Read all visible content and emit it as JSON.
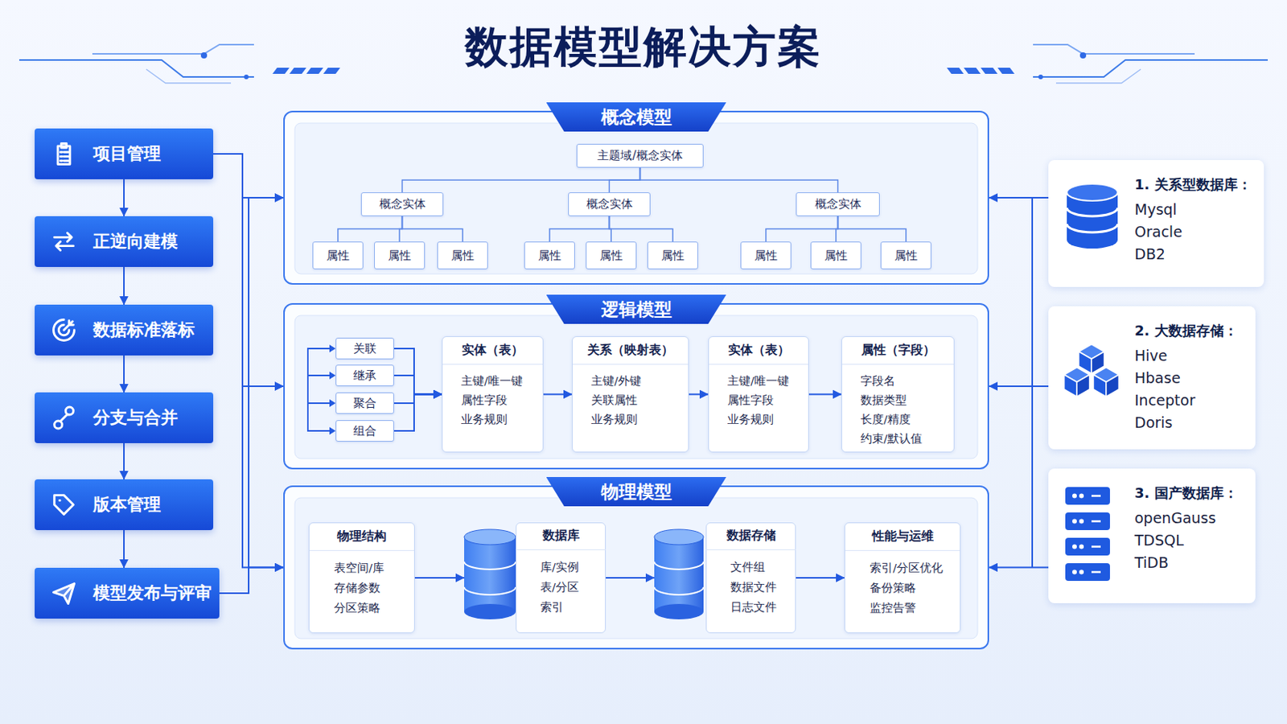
{
  "diagram": {
    "title": "数据模型解决方案",
    "nodes": [
      {
        "text": [
          "项目管理"
        ]
      },
      {
        "text": [
          "正逆向建模"
        ]
      },
      {
        "text": [
          "数据标准落标"
        ]
      },
      {
        "text": [
          "分支与合并"
        ]
      },
      {
        "text": [
          "版本管理"
        ]
      },
      {
        "text": [
          "模型发布与评审"
        ]
      },
      {
        "text": [
          "概念模型"
        ]
      },
      {
        "text": [
          "主题域/概念实体"
        ],
        "in": 6
      },
      {
        "text": [
          "概念实体"
        ],
        "in": 6
      },
      {
        "text": [
          "概念实体"
        ],
        "in": 6
      },
      {
        "text": [
          "概念实体"
        ],
        "in": 6
      },
      {
        "text": [
          "属性"
        ],
        "in": 6
      },
      {
        "text": [
          "属性"
        ],
        "in": 6
      },
      {
        "text": [
          "属性"
        ],
        "in": 6
      },
      {
        "text": [
          "属性"
        ],
        "in": 6
      },
      {
        "text": [
          "属性"
        ],
        "in": 6
      },
      {
        "text": [
          "属性"
        ],
        "in": 6
      },
      {
        "text": [
          "属性"
        ],
        "in": 6
      },
      {
        "text": [
          "属性"
        ],
        "in": 6
      },
      {
        "text": [
          "属性"
        ],
        "in": 6
      },
      {
        "text": [
          "逻辑模型"
        ]
      },
      {
        "text": [
          "关联"
        ],
        "in": 20
      },
      {
        "text": [
          "继承"
        ],
        "in": 20
      },
      {
        "text": [
          "聚合"
        ],
        "in": 20
      },
      {
        "text": [
          "组合"
        ],
        "in": 20
      },
      {
        "text": [
          "实体（表）",
          "主键/唯一键",
          "属性字段",
          "业务规则"
        ],
        "in": 20
      },
      {
        "text": [
          "关系（映射表）",
          "主键/外键",
          "关联属性",
          "业务规则"
        ],
        "in": 20
      },
      {
        "text": [
          "实体（表）",
          "主键/唯一键",
          "属性字段",
          "业务规则"
        ],
        "in": 20
      },
      {
        "text": [
          "属性（字段）",
          "字段名",
          "数据类型",
          "长度/精度",
          "约束/默认值"
        ],
        "in": 20
      },
      {
        "text": [
          "物理模型"
        ]
      },
      {
        "text": [
          "物理结构",
          "表空间/库",
          "存储参数",
          "分区策略"
        ],
        "in": 29
      },
      {
        "text": [
          "数据库",
          "库/实例",
          "表/分区",
          "索引"
        ],
        "in": 29
      },
      {
        "text": [
          "数据存储",
          "文件组",
          "数据文件",
          "日志文件"
        ],
        "in": 29
      },
      {
        "text": [
          "性能与运维",
          "索引/分区优化",
          "备份策略",
          "监控告警"
        ],
        "in": 29
      },
      {
        "text": [
          "1. 关系型数据库：",
          "Mysql",
          "Oracle",
          "DB2"
        ]
      },
      {
        "text": [
          "2. 大数据存储：",
          "Hive",
          "Hbase",
          "Inceptor",
          "Doris"
        ]
      },
      {
        "text": [
          "3. 国产数据库：",
          "openGauss",
          "TDSQL",
          "TiDB"
        ]
      }
    ],
    "edges": [
      {
        "from": 0,
        "to": 1,
        "arrow": "to"
      },
      {
        "from": 1,
        "to": 2,
        "arrow": "to"
      },
      {
        "from": 2,
        "to": 3,
        "arrow": "to"
      },
      {
        "from": 3,
        "to": 4,
        "arrow": "to"
      },
      {
        "from": 4,
        "to": 5,
        "arrow": "to"
      },
      {
        "from": 0,
        "to": 6,
        "arrow": "to"
      },
      {
        "from": 0,
        "to": 20,
        "arrow": "to"
      },
      {
        "from": 0,
        "to": 29,
        "arrow": "to"
      },
      {
        "from": 5,
        "to": 6,
        "arrow": "to"
      },
      {
        "from": 5,
        "to": 20,
        "arrow": "to"
      },
      {
        "from": 5,
        "to": 29,
        "arrow": "to"
      },
      {
        "from": 7,
        "to": 8,
        "arrow": "none"
      },
      {
        "from": 7,
        "to": 9,
        "arrow": "none"
      },
      {
        "from": 7,
        "to": 10,
        "arrow": "none"
      },
      {
        "from": 8,
        "to": 11,
        "arrow": "none"
      },
      {
        "from": 8,
        "to": 12,
        "arrow": "none"
      },
      {
        "from": 8,
        "to": 13,
        "arrow": "none"
      },
      {
        "from": 9,
        "to": 14,
        "arrow": "none"
      },
      {
        "from": 9,
        "to": 15,
        "arrow": "none"
      },
      {
        "from": 9,
        "to": 16,
        "arrow": "none"
      },
      {
        "from": 10,
        "to": 17,
        "arrow": "none"
      },
      {
        "from": 10,
        "to": 18,
        "arrow": "none"
      },
      {
        "from": 10,
        "to": 19,
        "arrow": "none"
      },
      {
        "from": 21,
        "to": 25,
        "arrow": "to"
      },
      {
        "from": 22,
        "to": 25,
        "arrow": "to"
      },
      {
        "from": 23,
        "to": 25,
        "arrow": "to"
      },
      {
        "from": 24,
        "to": 25,
        "arrow": "to"
      },
      {
        "from": 25,
        "to": 26,
        "arrow": "to"
      },
      {
        "from": 26,
        "to": 27,
        "arrow": "to"
      },
      {
        "from": 27,
        "to": 28,
        "arrow": "to"
      },
      {
        "from": 30,
        "to": 31,
        "arrow": "to"
      },
      {
        "from": 31,
        "to": 32,
        "arrow": "to"
      },
      {
        "from": 32,
        "to": 33,
        "arrow": "to"
      },
      {
        "from": 34,
        "to": 6,
        "arrow": "to"
      },
      {
        "from": 35,
        "to": 20,
        "arrow": "to"
      },
      {
        "from": 36,
        "to": 29,
        "arrow": "to"
      }
    ]
  }
}
